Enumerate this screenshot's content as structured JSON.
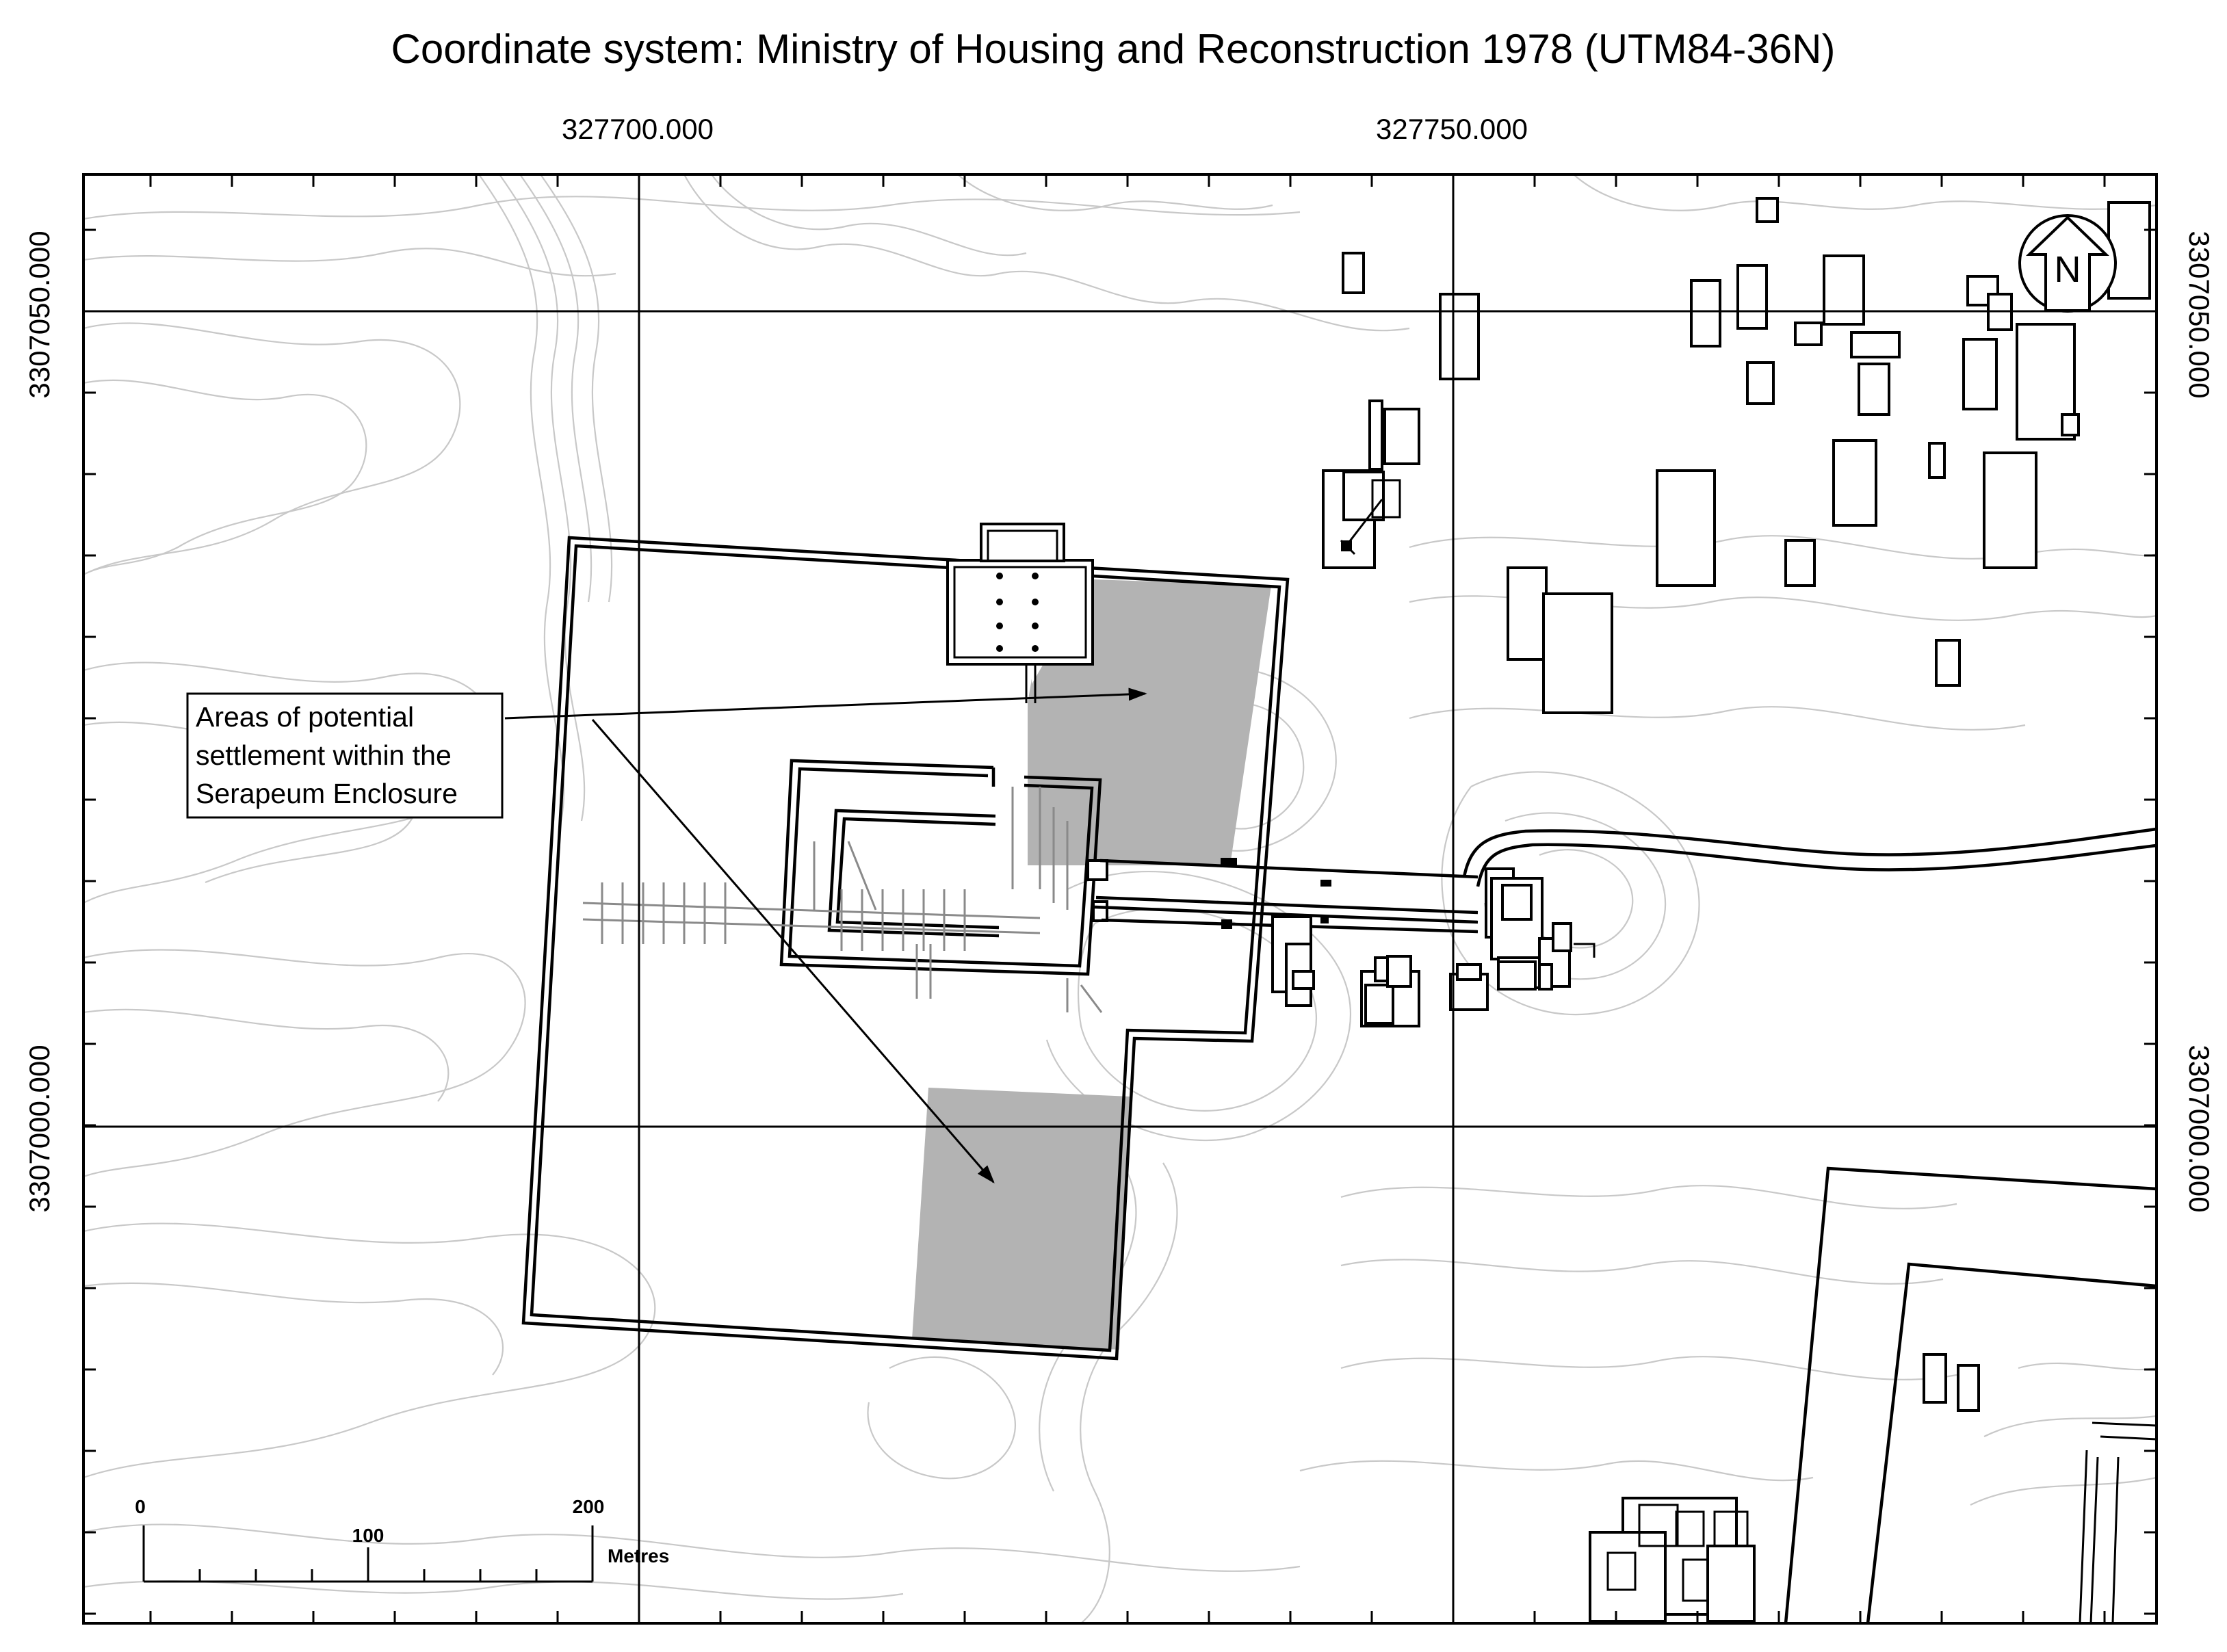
{
  "title": "Coordinate system: Ministry of Housing and Reconstruction 1978 (UTM84-36N)",
  "grid": {
    "easting_labels": [
      "327700.000",
      "327750.000"
    ],
    "northing_labels": [
      "3307050.000",
      "3307000.000"
    ]
  },
  "callout": {
    "lines": [
      "Areas of potential",
      "settlement within the",
      "Serapeum Enclosure"
    ]
  },
  "scale_bar": {
    "zero": "0",
    "mid": "100",
    "end": "200",
    "unit": "Metres"
  },
  "north_arrow": {
    "label": "N"
  },
  "colors": {
    "settlement_area": "#b3b3b3",
    "contour": "#c8c8c8",
    "lines": "#000000"
  }
}
